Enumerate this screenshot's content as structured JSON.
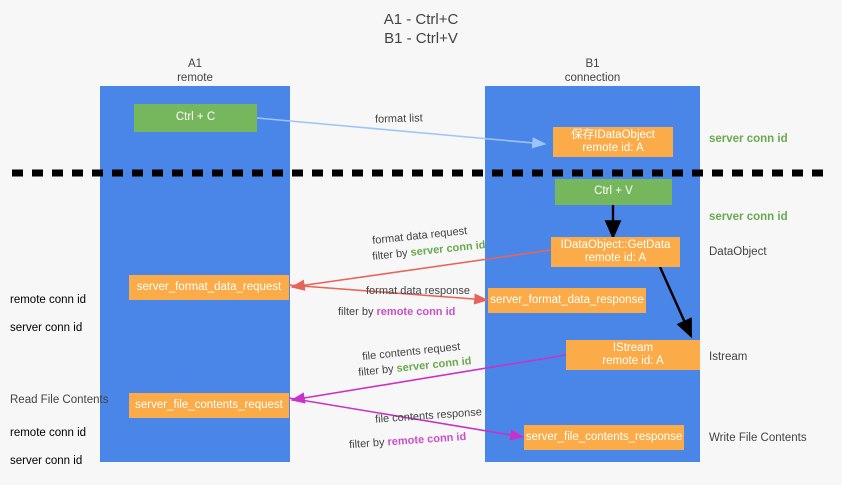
{
  "title": "A1 - Ctrl+C\nB1 - Ctrl+V",
  "columns": [
    {
      "name": "col-a1",
      "heading": "A1\nremote"
    },
    {
      "name": "col-b1",
      "heading": "B1\nconnection"
    }
  ],
  "nodes": {
    "ctrl_c": {
      "line1": "Ctrl + C"
    },
    "save_idataobject": {
      "line1": "保存IDataObject",
      "line2": "remote id: A"
    },
    "ctrl_v": {
      "line1": "Ctrl + V"
    },
    "getdata": {
      "line1": "IDataObject::GetData",
      "line2": "remote id: A"
    },
    "istream": {
      "line1": "IStream",
      "line2": "remote id: A"
    },
    "server_format_data_request": {
      "line1": "server_format_data_request"
    },
    "server_format_data_response": {
      "line1": "server_format_data_response"
    },
    "server_file_contents_request": {
      "line1": "server_file_contents_request"
    },
    "server_file_contents_response": {
      "line1": "server_file_contents_response"
    }
  },
  "arrow_labels": {
    "format_list": "format list",
    "format_data_request": "format data request",
    "format_data_request_filter_pre": "filter by ",
    "format_data_request_filter_key": "server conn id",
    "format_data_response": "format data response",
    "format_data_response_filter_pre": "filter by ",
    "format_data_response_filter_key": "remote conn id",
    "file_contents_request": "file contents request",
    "file_contents_request_filter_pre": "filter by ",
    "file_contents_request_filter_key": "server conn id",
    "file_contents_response": "file contents response",
    "file_contents_response_filter_pre": "filter by ",
    "file_contents_response_filter_key": "remote conn id"
  },
  "side_labels": {
    "right_server_conn_id_top": "server conn id",
    "right_server_conn_id_mid": "server conn id",
    "right_dataobject": "DataObject",
    "right_istream": "Istream",
    "right_write_file_contents": "Write File Contents",
    "left_conn_ids_mid": "remote conn id\nserver conn id",
    "left_read_file_contents": "Read File Contents",
    "left_conn_ids_bottom": "remote conn id\nserver conn id"
  },
  "colors": {
    "column_blue": "#4a86e8",
    "node_orange": "#fbab47",
    "node_green": "#76b75e",
    "server_conn_green": "#6aa84f",
    "remote_conn_purple": "#c850c8",
    "arrow_lightblue": "#9fc5f8",
    "arrow_red": "#e8645a",
    "arrow_magenta": "#c832c8",
    "arrow_black": "#000000",
    "divider_black": "#000000",
    "background": "#f7f7f7",
    "text_dark": "#434343"
  }
}
